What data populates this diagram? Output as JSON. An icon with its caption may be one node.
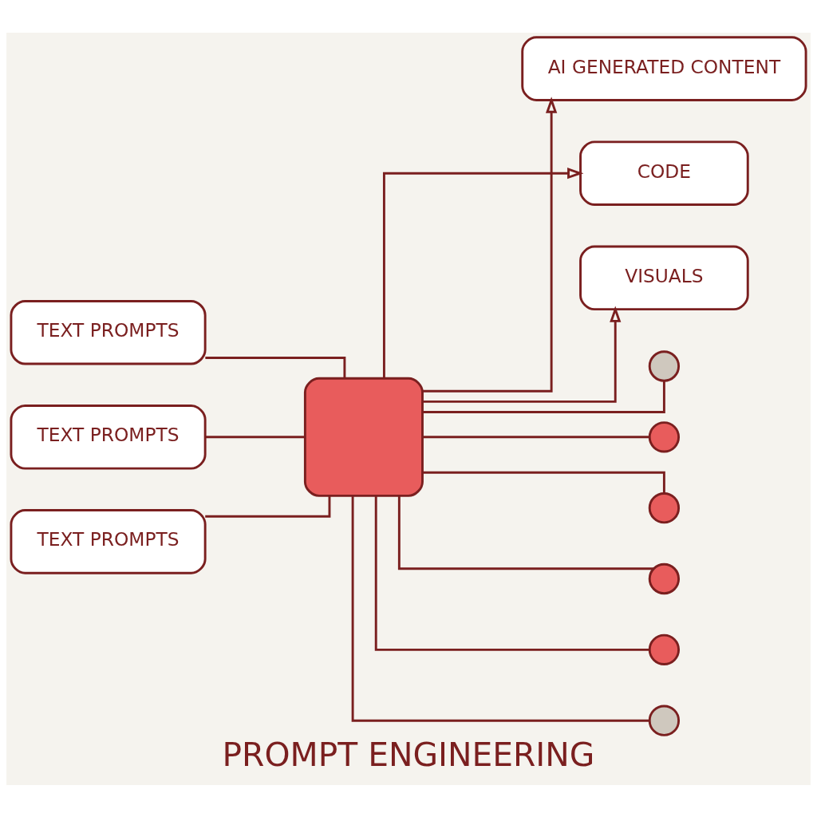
{
  "diagram": {
    "title": "PROMPT ENGINEERING",
    "nodes": [
      {
        "text": [
          "TEXT PROMPTS"
        ]
      },
      {
        "text": [
          "TEXT PROMPTS"
        ]
      },
      {
        "text": [
          "TEXT PROMPTS"
        ]
      },
      {
        "text": [],
        "shape": "box"
      },
      {
        "text": [
          "AI GENERATED CONTENT"
        ]
      },
      {
        "text": [
          "CODE"
        ]
      },
      {
        "text": [
          "VISUALS"
        ]
      },
      {
        "text": [],
        "shape": "circle"
      },
      {
        "text": [],
        "shape": "circle"
      },
      {
        "text": [],
        "shape": "circle"
      },
      {
        "text": [],
        "shape": "circle"
      },
      {
        "text": [],
        "shape": "circle"
      },
      {
        "text": [],
        "shape": "circle"
      }
    ],
    "edges": [
      {
        "from": 0,
        "to": 3,
        "arrow": "none"
      },
      {
        "from": 1,
        "to": 3,
        "arrow": "none"
      },
      {
        "from": 2,
        "to": 3,
        "arrow": "none"
      },
      {
        "from": 3,
        "to": 4,
        "arrow": "to"
      },
      {
        "from": 3,
        "to": 5,
        "arrow": "to"
      },
      {
        "from": 3,
        "to": 6,
        "arrow": "to"
      },
      {
        "from": 3,
        "to": 7,
        "arrow": "none"
      },
      {
        "from": 3,
        "to": 8,
        "arrow": "none"
      },
      {
        "from": 3,
        "to": 9,
        "arrow": "none"
      },
      {
        "from": 3,
        "to": 10,
        "arrow": "none"
      },
      {
        "from": 3,
        "to": 11,
        "arrow": "none"
      },
      {
        "from": 3,
        "to": 12,
        "arrow": "none"
      }
    ]
  }
}
